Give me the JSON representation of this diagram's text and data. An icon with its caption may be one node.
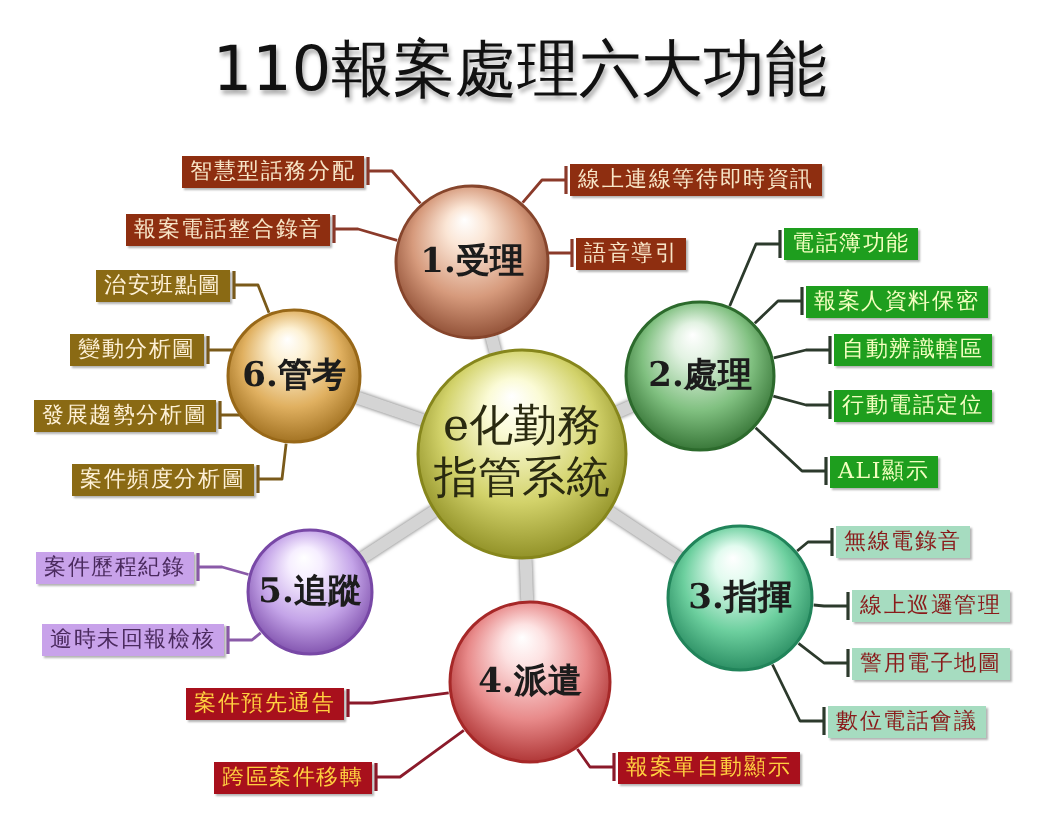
{
  "diagram": {
    "title": "110報案處理六大功能",
    "nodes": [
      {
        "text": [
          "e化勤務指管系統"
        ]
      },
      {
        "text": [
          "1.受理"
        ]
      },
      {
        "text": [
          "2.處理"
        ]
      },
      {
        "text": [
          "3.指揮"
        ]
      },
      {
        "text": [
          "4.派遣"
        ]
      },
      {
        "text": [
          "5.追蹤"
        ]
      },
      {
        "text": [
          "6.管考"
        ]
      },
      {
        "text": [
          "智慧型話務分配"
        ]
      },
      {
        "text": [
          "報案電話整合錄音"
        ]
      },
      {
        "text": [
          "線上連線等待即時資訊"
        ]
      },
      {
        "text": [
          "語音導引"
        ]
      },
      {
        "text": [
          "電話簿功能"
        ]
      },
      {
        "text": [
          "報案人資料保密"
        ]
      },
      {
        "text": [
          "自動辨識轄區"
        ]
      },
      {
        "text": [
          "行動電話定位"
        ]
      },
      {
        "text": [
          "ALI顯示"
        ]
      },
      {
        "text": [
          "無線電錄音"
        ]
      },
      {
        "text": [
          "線上巡邏管理"
        ]
      },
      {
        "text": [
          "警用電子地圖"
        ]
      },
      {
        "text": [
          "數位電話會議"
        ]
      },
      {
        "text": [
          "案件預先通告"
        ]
      },
      {
        "text": [
          "跨區案件移轉"
        ]
      },
      {
        "text": [
          "報案單自動顯示"
        ]
      },
      {
        "text": [
          "案件歷程紀錄"
        ]
      },
      {
        "text": [
          "逾時未回報檢核"
        ]
      },
      {
        "text": [
          "治安班點圖"
        ]
      },
      {
        "text": [
          "變動分析圖"
        ]
      },
      {
        "text": [
          "發展趨勢分析圖"
        ]
      },
      {
        "text": [
          "案件頻度分析圖"
        ]
      }
    ],
    "edges": [
      {
        "from": 0,
        "to": 1,
        "arrow": "none",
        "style": "thick",
        "color": "#d4d4d4"
      },
      {
        "from": 0,
        "to": 2,
        "arrow": "none",
        "style": "thick",
        "color": "#d4d4d4"
      },
      {
        "from": 0,
        "to": 3,
        "arrow": "none",
        "style": "thick",
        "color": "#d4d4d4"
      },
      {
        "from": 0,
        "to": 4,
        "arrow": "none",
        "style": "thick",
        "color": "#d4d4d4"
      },
      {
        "from": 0,
        "to": 5,
        "arrow": "none",
        "style": "thick",
        "color": "#d4d4d4"
      },
      {
        "from": 0,
        "to": 6,
        "arrow": "none",
        "style": "thick",
        "color": "#d4d4d4"
      },
      {
        "from": 1,
        "to": 7,
        "arrow": "other",
        "color": "#8b3a2a"
      },
      {
        "from": 1,
        "to": 8,
        "arrow": "other",
        "color": "#8b3a2a"
      },
      {
        "from": 1,
        "to": 9,
        "arrow": "other",
        "color": "#8b3a2a"
      },
      {
        "from": 1,
        "to": 10,
        "arrow": "other",
        "color": "#8b3a2a"
      },
      {
        "from": 2,
        "to": 11,
        "arrow": "other"
      },
      {
        "from": 2,
        "to": 12,
        "arrow": "other"
      },
      {
        "from": 2,
        "to": 13,
        "arrow": "other"
      },
      {
        "from": 2,
        "to": 14,
        "arrow": "other"
      },
      {
        "from": 2,
        "to": 15,
        "arrow": "other"
      },
      {
        "from": 3,
        "to": 16,
        "arrow": "other"
      },
      {
        "from": 3,
        "to": 17,
        "arrow": "other"
      },
      {
        "from": 3,
        "to": 18,
        "arrow": "other"
      },
      {
        "from": 3,
        "to": 19,
        "arrow": "other"
      },
      {
        "from": 4,
        "to": 20,
        "arrow": "other",
        "color": "#8b1a2a"
      },
      {
        "from": 4,
        "to": 21,
        "arrow": "other",
        "color": "#8b1a2a"
      },
      {
        "from": 4,
        "to": 22,
        "arrow": "other",
        "color": "#8b1a2a"
      },
      {
        "from": 5,
        "to": 23,
        "arrow": "other",
        "color": "#8a5aa8"
      },
      {
        "from": 5,
        "to": 24,
        "arrow": "other",
        "color": "#8a5aa8"
      },
      {
        "from": 6,
        "to": 25,
        "arrow": "other",
        "color": "#7a5a1a"
      },
      {
        "from": 6,
        "to": 26,
        "arrow": "other",
        "color": "#7a5a1a"
      },
      {
        "from": 6,
        "to": 27,
        "arrow": "other",
        "color": "#7a5a1a"
      },
      {
        "from": 6,
        "to": 28,
        "arrow": "other",
        "color": "#7a5a1a"
      }
    ]
  }
}
